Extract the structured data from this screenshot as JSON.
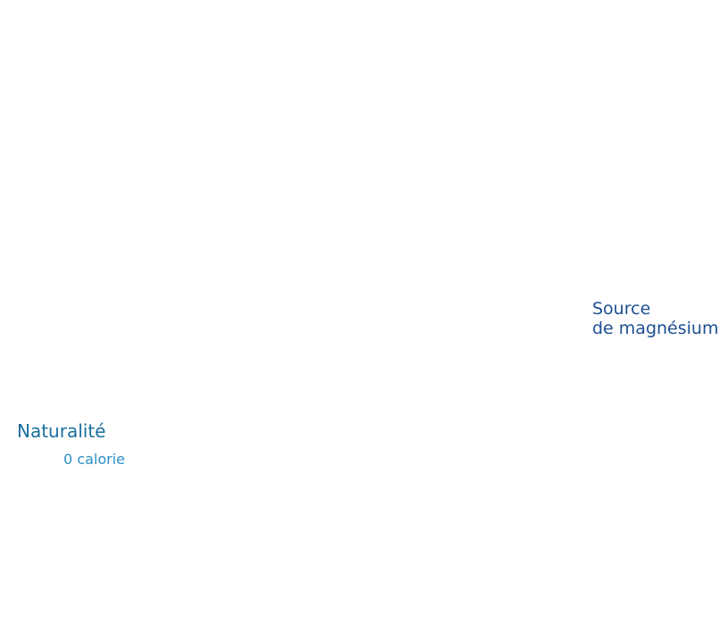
{
  "labels": {
    "source_line1": "Source",
    "source_line2": "de magnésium",
    "naturalite": "Naturalité",
    "calorie": "0 calorie"
  },
  "colors": {
    "source": "#1d4f91",
    "naturalite": "#1a6f9e",
    "calorie": "#2c8fc4",
    "background": "#ffffff"
  }
}
